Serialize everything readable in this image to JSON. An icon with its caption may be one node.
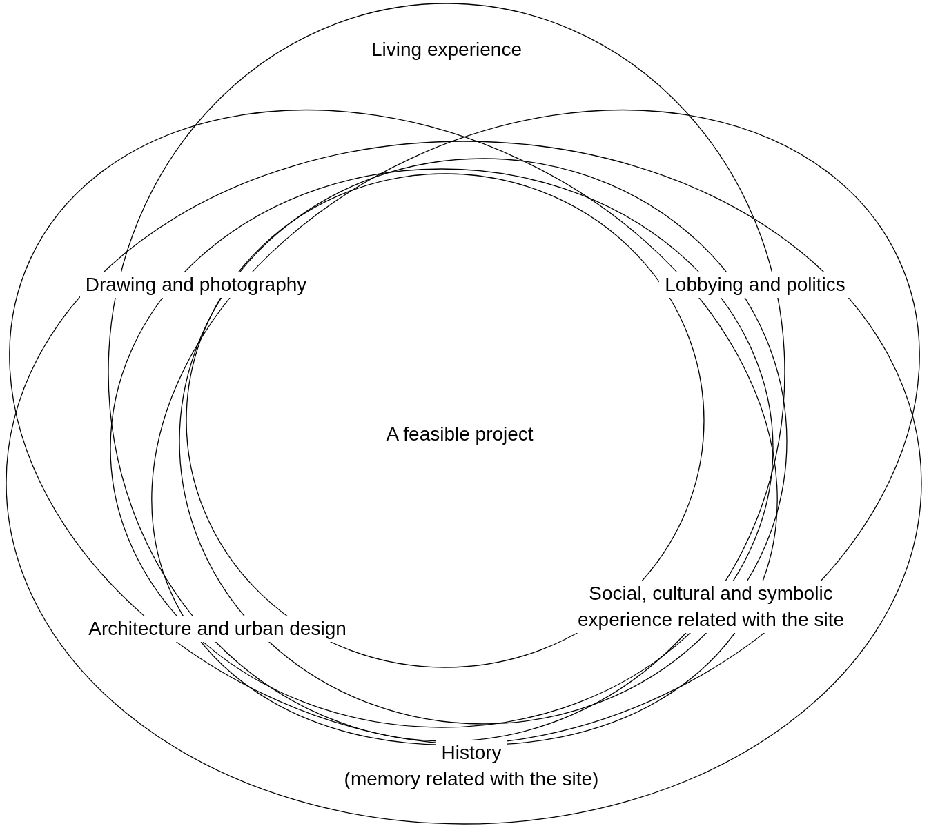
{
  "diagram": {
    "labels": [
      "Living experience",
      "Drawing and photography",
      "Lobbying and politics",
      "A feasible project",
      "Social, cultural and symbolic experience related with the site",
      "Architecture and urban design",
      "History",
      "(memory related with the site)"
    ]
  }
}
